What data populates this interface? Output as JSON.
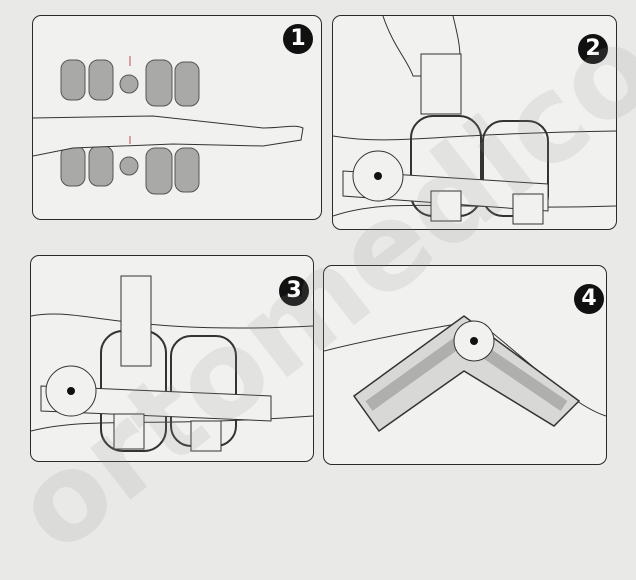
{
  "steps": [
    {
      "number": "1"
    },
    {
      "number": "2"
    },
    {
      "number": "3"
    },
    {
      "number": "4"
    }
  ],
  "watermark": "ortomedico.bg",
  "colors": {
    "pad": "#a9a9a7",
    "line": "#2a2a2a",
    "badge": "#111111",
    "arrow": "#c0504d"
  }
}
